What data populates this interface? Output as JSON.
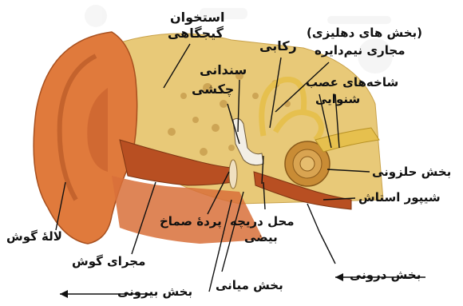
{
  "labels": {
    "temporal_bone_1": "استخوان",
    "temporal_bone_2": "گیجگاهی",
    "stapes": "رکابی",
    "vestibular_1": "(بخش های دهلیزی)",
    "vestibular_2": "مجاری نیم‌دایره",
    "incus": "سندانی",
    "malleus": "چکشی",
    "auditory_nerve_1": "شاخه‌های عصب",
    "auditory_nerve_2": "شنوایی",
    "cochlea": "بخش حلزونی",
    "eustachian": "شیپور استاش",
    "auricle": "لالهٔ گوش",
    "eardrum": "پردهٔ صماخ",
    "oval_window_1": "محل دریچه",
    "oval_window_2": "بیضی",
    "ear_canal": "مجرای گوش",
    "inner_ear": "بخش درونی",
    "middle_ear": "بخش میانی",
    "outer_ear": "بخش بیرونی"
  },
  "colors": {
    "skin": "#e07a3c",
    "bone": "#e8c978",
    "canal": "#b84f22",
    "cochlea": "#c98c35",
    "nerve": "#e6c04e",
    "leader": "#111111"
  }
}
